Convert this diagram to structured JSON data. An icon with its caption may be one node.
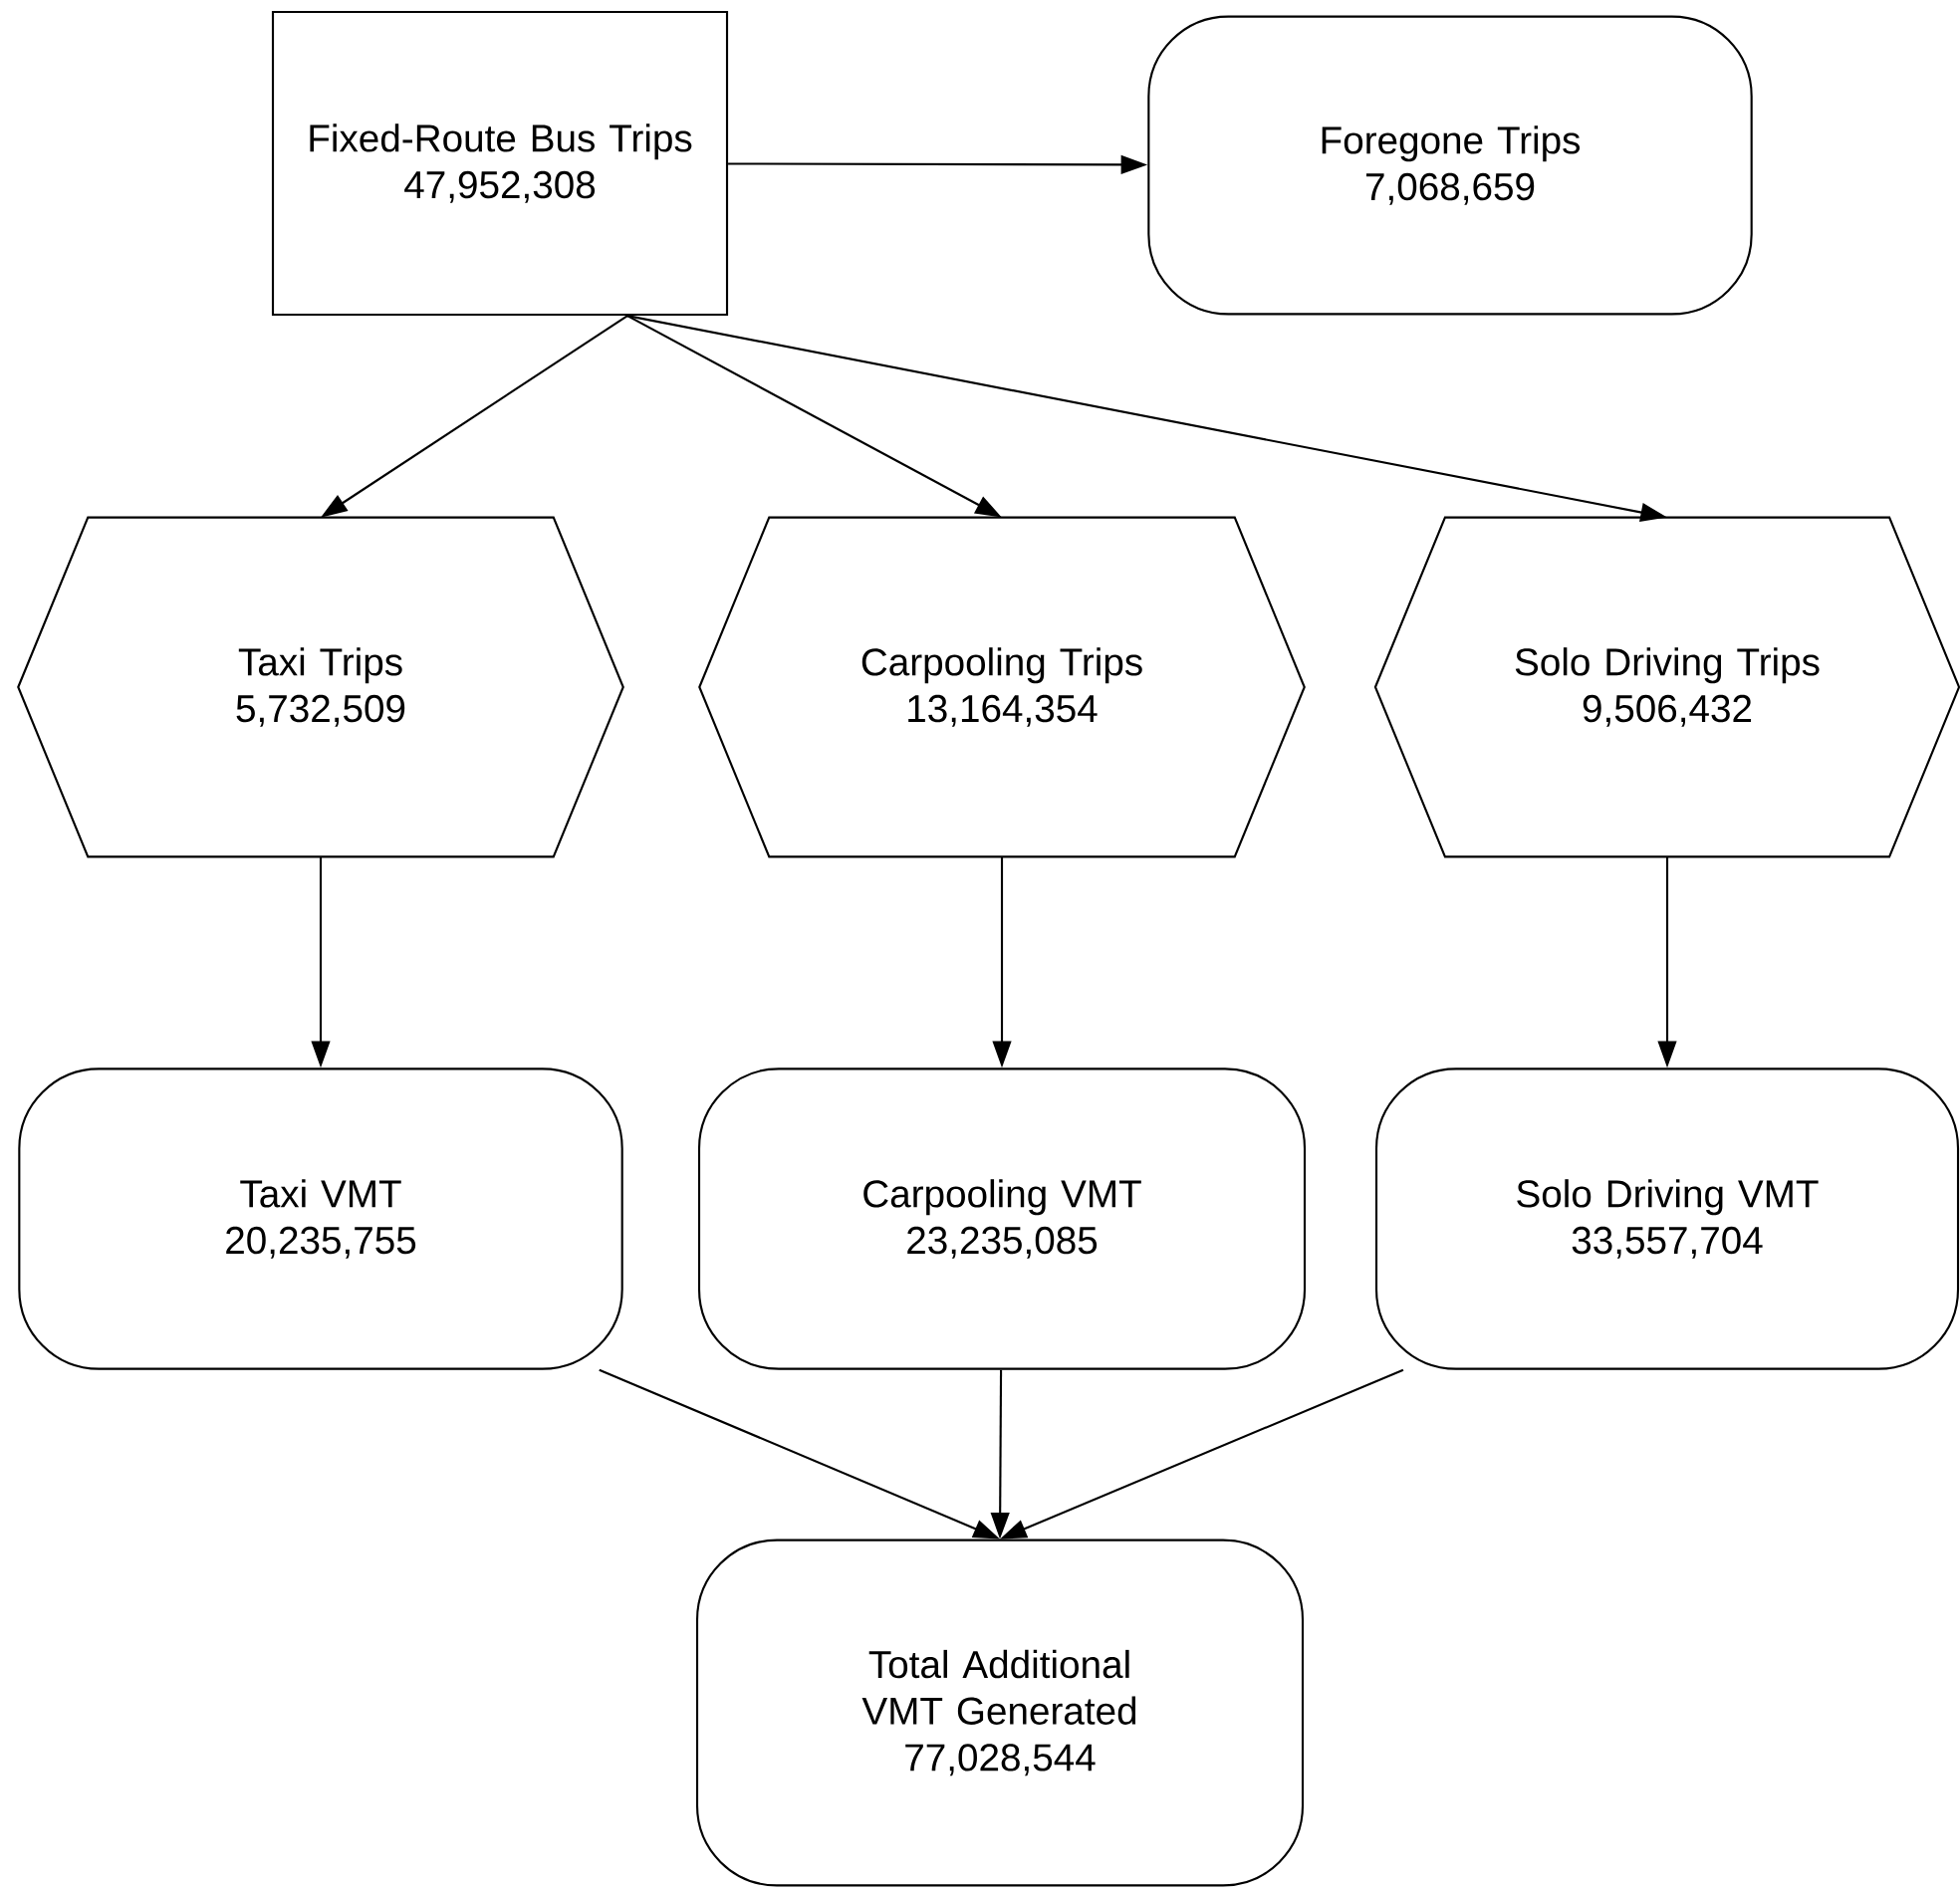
{
  "diagram": {
    "nodes": [
      {
        "text": [
          "Fixed-Route Bus Trips",
          "47,952,308"
        ]
      },
      {
        "text": [
          "Foregone Trips",
          "7,068,659"
        ]
      },
      {
        "text": [
          "Taxi Trips",
          "5,732,509"
        ]
      },
      {
        "text": [
          "Carpooling Trips",
          "13,164,354"
        ]
      },
      {
        "text": [
          "Solo Driving Trips",
          "9,506,432"
        ]
      },
      {
        "text": [
          "Taxi VMT",
          "20,235,755"
        ]
      },
      {
        "text": [
          "Carpooling VMT",
          "23,235,085"
        ]
      },
      {
        "text": [
          "Solo Driving VMT",
          "33,557,704"
        ]
      },
      {
        "text": [
          "Total Additional VMT Generated",
          "77,028,544"
        ]
      }
    ],
    "edges": [
      {
        "from": 0,
        "to": 1,
        "arrow": "to"
      },
      {
        "from": 0,
        "to": 2,
        "arrow": "to"
      },
      {
        "from": 0,
        "to": 3,
        "arrow": "to"
      },
      {
        "from": 0,
        "to": 4,
        "arrow": "to"
      },
      {
        "from": 2,
        "to": 5,
        "arrow": "to"
      },
      {
        "from": 3,
        "to": 6,
        "arrow": "to"
      },
      {
        "from": 4,
        "to": 7,
        "arrow": "to"
      },
      {
        "from": 5,
        "to": 8,
        "arrow": "to"
      },
      {
        "from": 6,
        "to": 8,
        "arrow": "to"
      },
      {
        "from": 7,
        "to": 8,
        "arrow": "to"
      }
    ]
  }
}
